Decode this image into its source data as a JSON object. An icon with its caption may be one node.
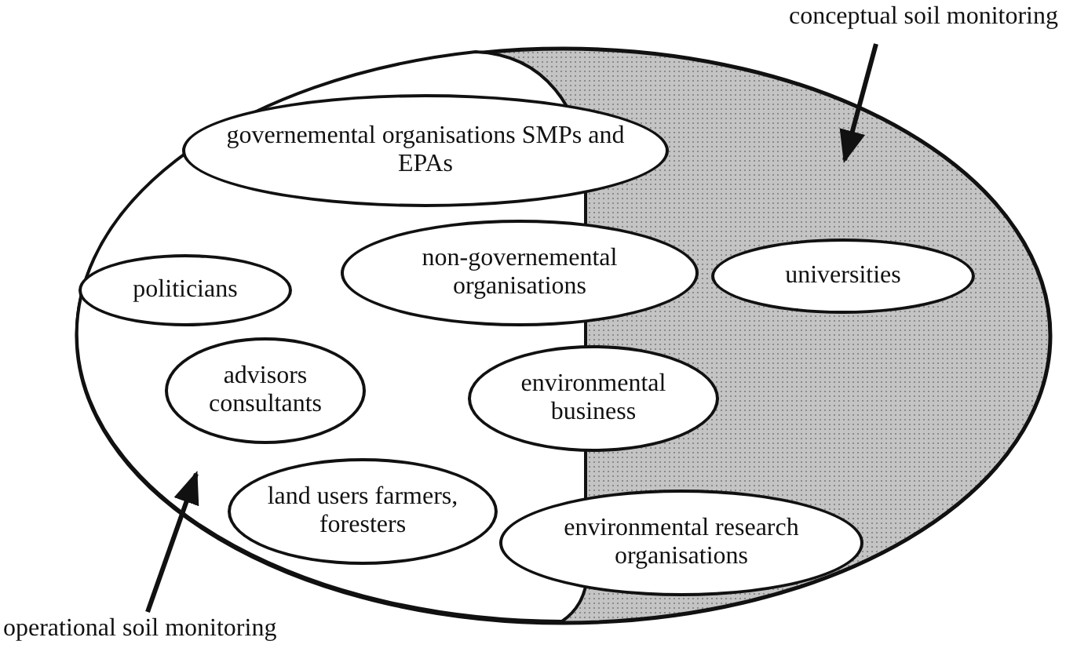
{
  "diagram": {
    "nodes": [
      {
        "text": [
          "conceptual soil monitoring"
        ]
      },
      {
        "text": [],
        "shape": "ellipse"
      },
      {
        "text": [],
        "shape": "region",
        "in": 1
      },
      {
        "text": [
          "governemental organisations SMPs and EPAs"
        ],
        "in": 1
      },
      {
        "text": [
          "politicians"
        ],
        "in": 2
      },
      {
        "text": [
          "non-governemental organisations"
        ],
        "in": 1
      },
      {
        "text": [
          "universities"
        ],
        "in": 1
      },
      {
        "text": [
          "advisors consultants"
        ],
        "in": 2
      },
      {
        "text": [
          "environmental business"
        ],
        "in": 1
      },
      {
        "text": [
          "land users farmers, foresters"
        ],
        "in": 2
      },
      {
        "text": [
          "environmental research organisations"
        ],
        "in": 1
      },
      {
        "text": [
          "operational soil monitoring"
        ]
      }
    ],
    "edges": [
      {
        "from": 0,
        "to": 1,
        "arrow": "to"
      },
      {
        "from": 11,
        "to": 2,
        "arrow": "to"
      }
    ]
  }
}
